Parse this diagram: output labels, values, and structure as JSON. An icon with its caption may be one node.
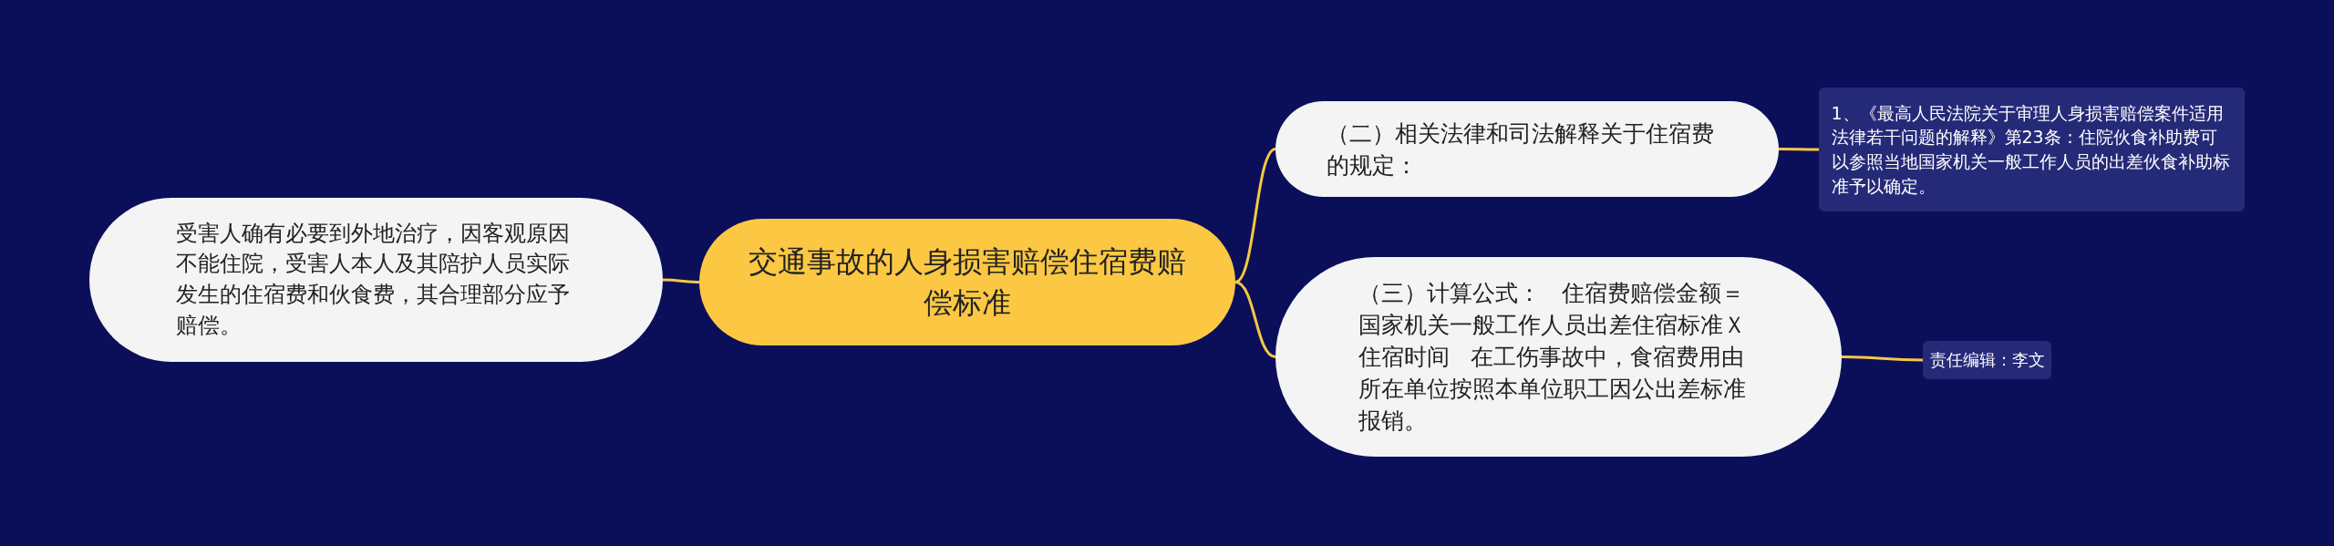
{
  "diagram": {
    "nodes": [
      {
        "text": [
          "交通事故的人身损害赔偿住宿费赔偿标准"
        ]
      },
      {
        "text": [
          "受害人确有必要到外地治疗，因客观原因不能住院，受害人本人及其陪护人员实际发生的住宿费和伙食费，其合理部分应予赔偿。"
        ]
      },
      {
        "text": [
          "（二）相关法律和司法解释关于住宿费的规定："
        ]
      },
      {
        "text": [
          "（三）计算公式：   住宿费赔偿金额＝国家机关一般工作人员出差住宿标准Ｘ住宿时间   在工伤事故中，食宿费用由所在单位按照本单位职工因公出差标准报销。"
        ]
      },
      {
        "text": [
          "1、《最高人民法院关于审理人身损害赔偿案件适用法律若干问题的解释》第23条：住院伙食补助费可以参照当地国家机关一般工作人员的出差伙食补助标准予以确定。"
        ]
      },
      {
        "text": [
          "责任编辑：李文"
        ]
      }
    ],
    "edges": [
      {
        "from": 0,
        "to": 1,
        "arrow": "none"
      },
      {
        "from": 0,
        "to": 2,
        "arrow": "none"
      },
      {
        "from": 0,
        "to": 3,
        "arrow": "none"
      },
      {
        "from": 2,
        "to": 4,
        "arrow": "none"
      },
      {
        "from": 3,
        "to": 5,
        "arrow": "none"
      }
    ]
  }
}
